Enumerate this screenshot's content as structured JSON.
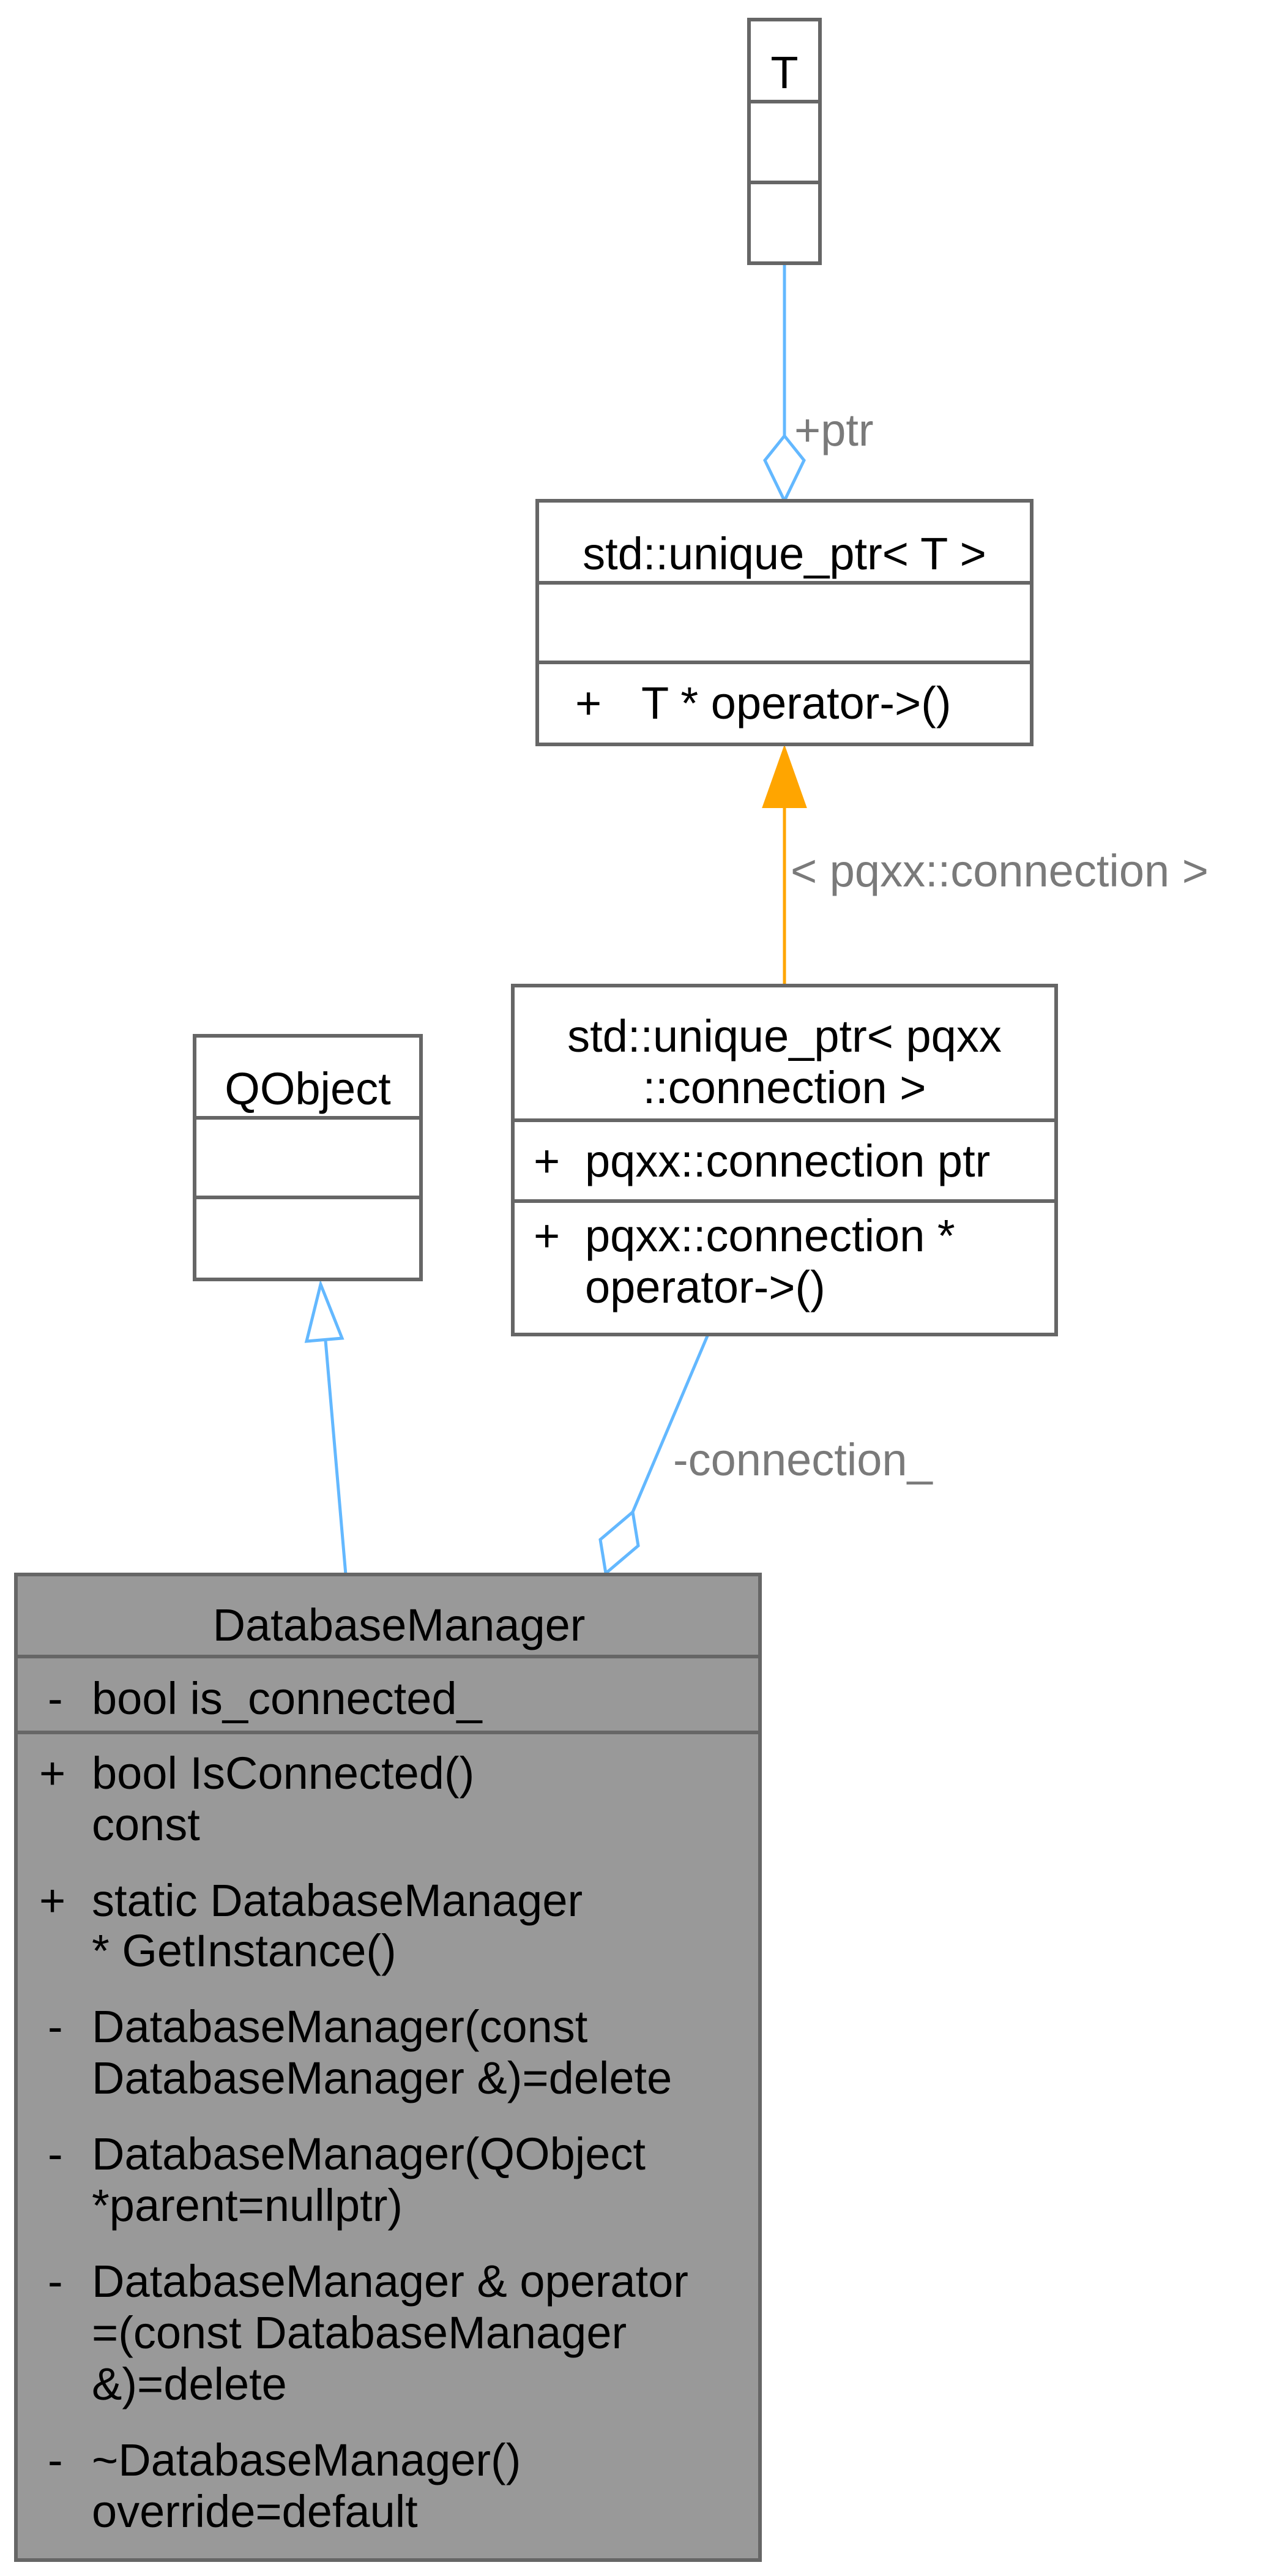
{
  "colors": {
    "box_fill": "#ffffff",
    "box_stroke": "#666666",
    "highlight_fill": "#999999",
    "edge_blue": "#63b8ff",
    "edge_orange": "#ffa500",
    "label_gray": "#7a7a7a"
  },
  "classes": {
    "t": {
      "name": "T"
    },
    "unique_ptr_t": {
      "name": "std::unique_ptr< T >",
      "method_sign": "+",
      "method": "T * operator->()"
    },
    "qobject": {
      "name": "QObject"
    },
    "unique_ptr_conn": {
      "name_line1": "std::unique_ptr< pqxx",
      "name_line2": "::connection >",
      "attr_sign": "+",
      "attr": "pqxx::connection ptr",
      "method_sign": "+",
      "method_line1": "pqxx::connection *",
      "method_line2": "operator->()"
    },
    "database_manager": {
      "name": "DatabaseManager",
      "attributes": [
        {
          "sign": "-",
          "lines": [
            "bool is_connected_"
          ]
        }
      ],
      "methods": [
        {
          "sign": "+",
          "lines": [
            "bool IsConnected()",
            "const"
          ]
        },
        {
          "sign": "+",
          "lines": [
            "static DatabaseManager",
            "* GetInstance()"
          ]
        },
        {
          "sign": "-",
          "lines": [
            "DatabaseManager(const",
            "DatabaseManager &)=delete"
          ]
        },
        {
          "sign": "-",
          "lines": [
            "DatabaseManager(QObject",
            "*parent=nullptr)"
          ]
        },
        {
          "sign": "-",
          "lines": [
            "DatabaseManager & operator",
            "=(const DatabaseManager",
            "&)=delete"
          ]
        },
        {
          "sign": "-",
          "lines": [
            "~DatabaseManager()",
            "override=default"
          ]
        }
      ]
    }
  },
  "edges": {
    "ptr_label": "+ptr",
    "template_label": "< pqxx::connection >",
    "connection_label": "-connection_"
  }
}
